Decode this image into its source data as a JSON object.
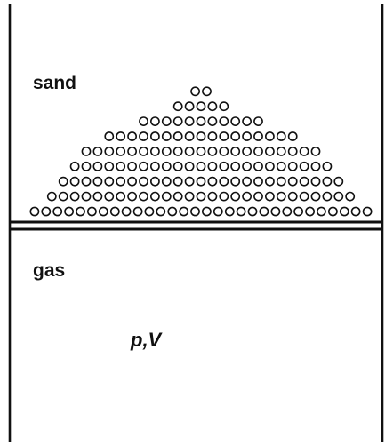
{
  "labels": {
    "sand": "sand",
    "gas": "gas",
    "pressure_volume": "p,V"
  },
  "sand_pile": {
    "grains_per_row_bottom_to_top": [
      30,
      27,
      25,
      23,
      21,
      17,
      11,
      5,
      2
    ]
  },
  "colors": {
    "ink": "#111111",
    "background": "#ffffff"
  }
}
